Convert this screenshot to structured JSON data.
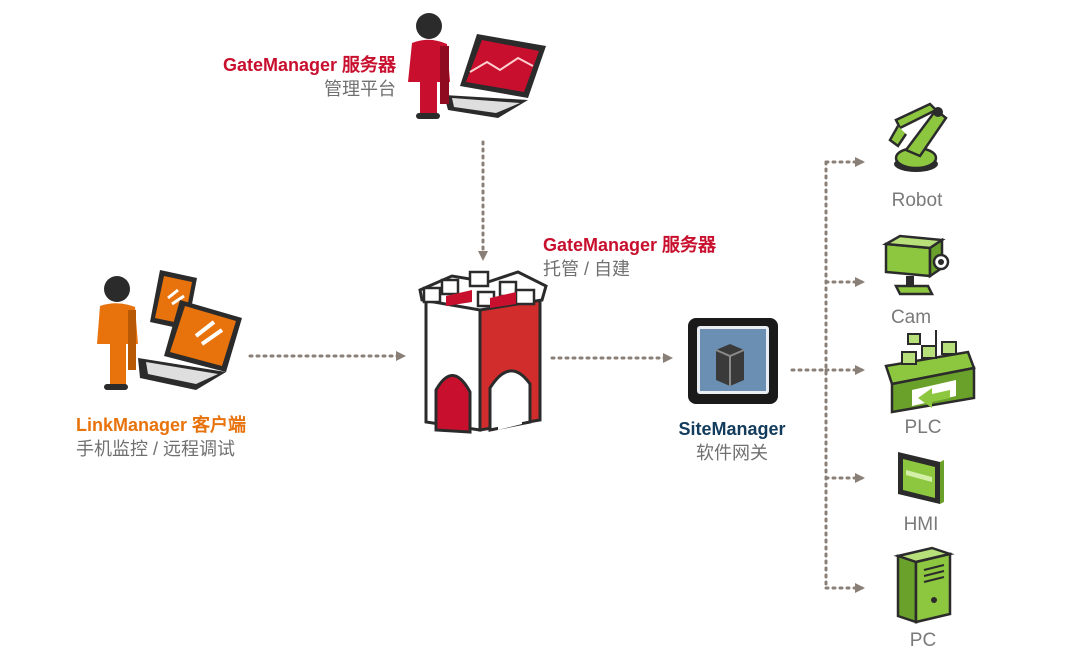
{
  "colors": {
    "red": "#c8102e",
    "orange": "#e8730c",
    "navy": "#123b5c",
    "green": "#8dc63f",
    "connector": "#8a7f76",
    "subtext": "#707070"
  },
  "gatemanager_admin": {
    "title": "GateManager 服务器",
    "subtitle": "管理平台",
    "icon": "admin-person-laptop-icon"
  },
  "gatemanager_server": {
    "title": "GateManager 服务器",
    "subtitle": "托管 / 自建",
    "icon": "castle-tower-icon"
  },
  "linkmanager": {
    "title": "LinkManager 客户端",
    "subtitle": "手机监控 / 远程调试",
    "icon": "client-person-laptop-tablet-icon"
  },
  "sitemanager": {
    "title": "SiteManager",
    "subtitle": "软件网关",
    "icon": "gateway-panel-icon"
  },
  "devices": [
    {
      "label": "Robot",
      "icon": "robot-arm-icon"
    },
    {
      "label": "Cam",
      "icon": "camera-icon"
    },
    {
      "label": "PLC",
      "icon": "plc-icon"
    },
    {
      "label": "HMI",
      "icon": "hmi-screen-icon"
    },
    {
      "label": "PC",
      "icon": "pc-tower-icon"
    }
  ]
}
